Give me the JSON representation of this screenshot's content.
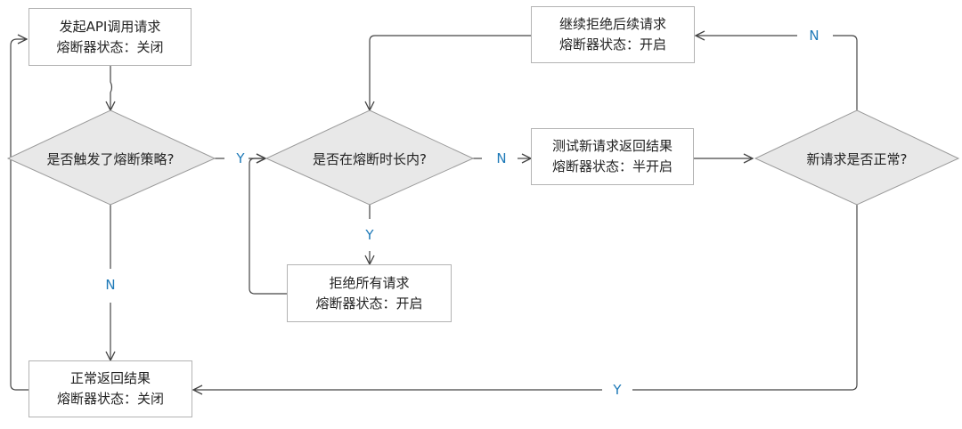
{
  "colors": {
    "line": "#444444",
    "box_border": "#b3b3b3",
    "diamond_fill": "#e8e8e8",
    "diamond_stroke": "#9a9a9a",
    "label": "#1f7ab8"
  },
  "nodes": {
    "start": {
      "line1": "发起API调用请求",
      "line2": "熔断器状态：关闭"
    },
    "decision_triggered": {
      "text": "是否触发了熔断策略?"
    },
    "decision_in_window": {
      "text": "是否在熔断时长内?"
    },
    "reject_all": {
      "line1": "拒绝所有请求",
      "line2": "熔断器状态：开启"
    },
    "test_request": {
      "line1": "测试新请求返回结果",
      "line2": "熔断器状态：半开启"
    },
    "continue_reject": {
      "line1": "继续拒绝后续请求",
      "line2": "熔断器状态：开启"
    },
    "decision_normal": {
      "text": "新请求是否正常?"
    },
    "normal_return": {
      "line1": "正常返回结果",
      "line2": "熔断器状态：关闭"
    }
  },
  "edges": {
    "triggered_yes": "Y",
    "triggered_no": "N",
    "in_window_yes": "Y",
    "in_window_no": "N",
    "normal_yes": "Y",
    "normal_no": "N"
  }
}
